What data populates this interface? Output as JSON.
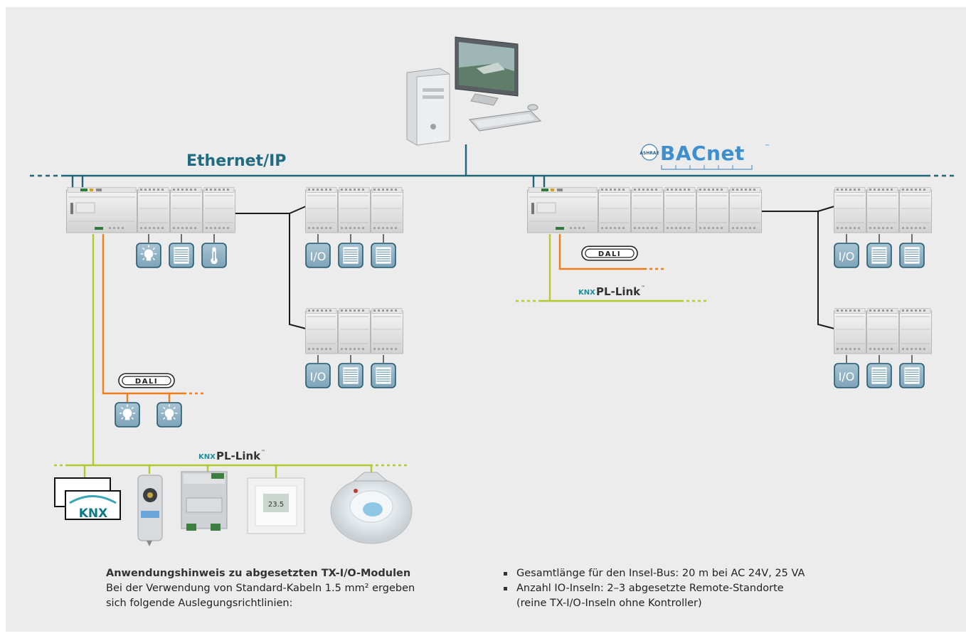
{
  "network": {
    "ethernet_label": "Ethernet/IP",
    "bacnet_label": "BACnet",
    "ashrae_label": "ASHRAE",
    "tm_mark": "™"
  },
  "bus_labels": {
    "dali": "DALI",
    "pl_link": "PL-Link",
    "knx": "KNX"
  },
  "io_label": "I/O",
  "thermostat_display": "23.5",
  "icons": {
    "light": "light-bulb-icon",
    "blind": "blind-icon",
    "temperature": "thermometer-icon",
    "io": "io-module-icon",
    "pc": "computer-workstation-icon",
    "actuator": "damper-actuator-icon",
    "controller": "controller-module-icon",
    "room_unit": "room-thermostat-icon",
    "sensor": "ceiling-presence-detector-icon"
  },
  "colors": {
    "ethernet": "#1f6477",
    "pl_link": "#b5c92c",
    "dali": "#ee7d1a",
    "island": "#1a1a1a",
    "icon_fill": "#8fb2c4",
    "icon_stroke": "#2b5e74"
  },
  "notes": {
    "title": "Anwendungshinweis zu abgesetzten TX-I/O-Modulen",
    "body_line1": "Bei der Verwendung von Standard-Kabeln 1.5 mm² ergeben",
    "body_line2": "sich folgende Auslegungsrichtlinien:",
    "bullets": [
      "Gesamtlänge für den Insel-Bus: 20 m bei AC 24V, 25 VA",
      "Anzahl IO-Inseln: 2–3 abgesetzte Remote-Standorte",
      "(reine TX-I/O-Inseln ohne Kontroller)"
    ]
  }
}
